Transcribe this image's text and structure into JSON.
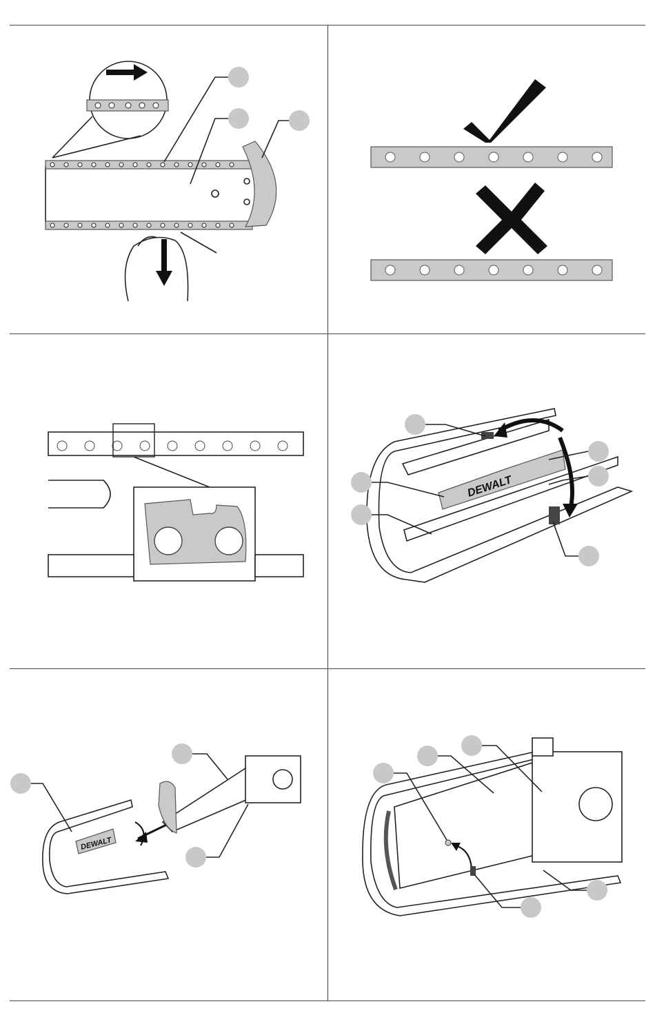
{
  "page": {
    "title": "",
    "panels": [
      {
        "id": "chain-direction",
        "logo_text": ""
      },
      {
        "id": "chain-orientation-check",
        "logo_text": ""
      },
      {
        "id": "chain-link-detail",
        "logo_text": ""
      },
      {
        "id": "scabbard-wrench-storage",
        "logo_text": "DEWALT"
      },
      {
        "id": "bar-into-scabbard",
        "logo_text": "DEWALT"
      },
      {
        "id": "bar-in-scabbard-installed",
        "logo_text": ""
      }
    ]
  },
  "colors": {
    "line": "#222222",
    "callout_circle": "#c8c8c8",
    "chain_fill": "#c9c9c9",
    "background": "#ffffff"
  },
  "icons": {
    "correct": "checkmark-icon",
    "incorrect": "cross-icon",
    "direction": "arrow-icon"
  }
}
